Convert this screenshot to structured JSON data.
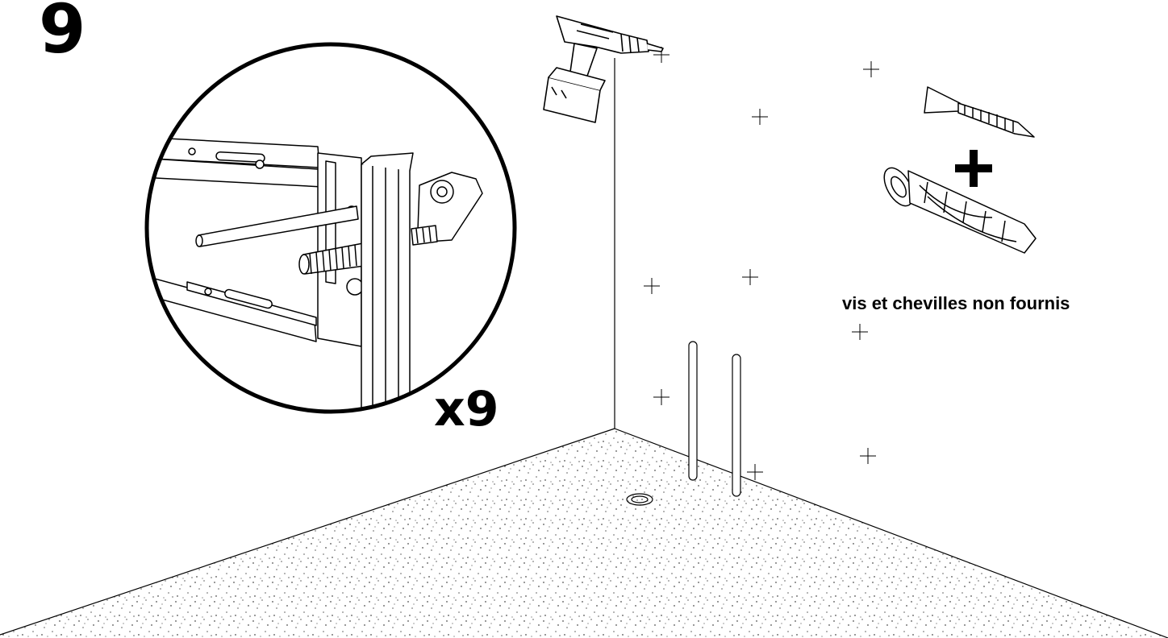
{
  "step": {
    "number": "9"
  },
  "detail": {
    "quantity": "x9"
  },
  "fixings": {
    "note": "vis et chevilles non fournis",
    "plus": "+"
  },
  "icons": [
    "drill-icon",
    "screw-icon",
    "wall-plug-icon",
    "detail-magnifier-circle",
    "bracket-assembly"
  ],
  "colors": {
    "ink": "#000000",
    "paper": "#ffffff"
  }
}
